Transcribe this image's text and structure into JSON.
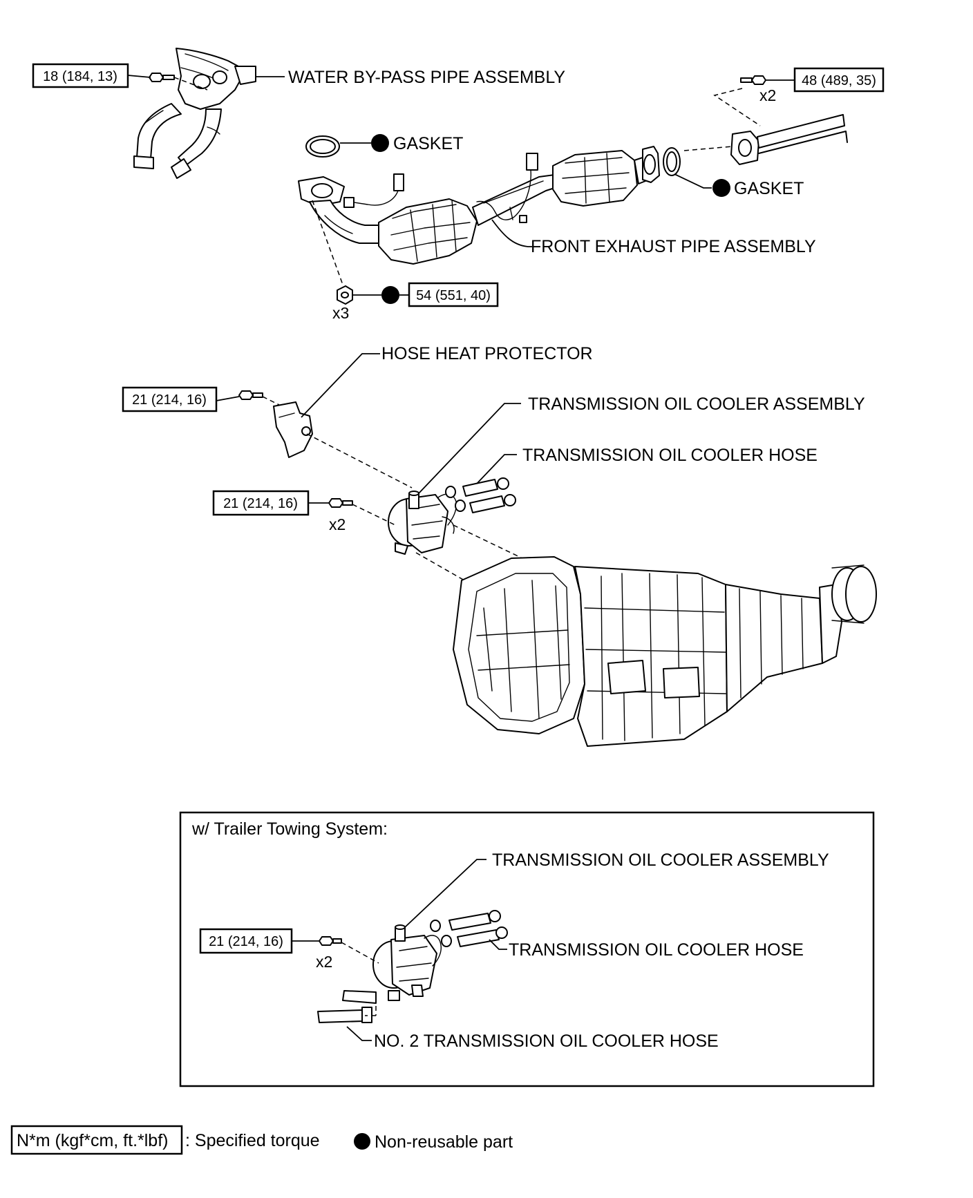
{
  "parts": {
    "water_bypass_pipe": "WATER BY-PASS PIPE ASSEMBLY",
    "gasket_upper": "GASKET",
    "gasket_right": "GASKET",
    "front_exhaust_pipe": "FRONT EXHAUST PIPE ASSEMBLY",
    "hose_heat_protector": "HOSE HEAT PROTECTOR",
    "oil_cooler_assembly": "TRANSMISSION OIL COOLER ASSEMBLY",
    "oil_cooler_hose": "TRANSMISSION OIL COOLER HOSE"
  },
  "torques": {
    "bypass_bolt": "18 (184, 13)",
    "rear_flange_bolt": "48 (489, 35)",
    "front_flange_nut": "54 (551, 40)",
    "protector_bolt": "21 (214, 16)",
    "cooler_bolt": "21 (214, 16)"
  },
  "quantities": {
    "rear_flange_bolt": "x2",
    "front_flange_nut": "x3",
    "cooler_bolt": "x2"
  },
  "trailer_section": {
    "title": "w/ Trailer Towing System:",
    "oil_cooler_assembly": "TRANSMISSION OIL COOLER ASSEMBLY",
    "oil_cooler_hose": "TRANSMISSION OIL COOLER HOSE",
    "no2_oil_cooler_hose": "NO. 2 TRANSMISSION OIL COOLER HOSE",
    "torque": "21 (214, 16)",
    "quantity": "x2"
  },
  "legend": {
    "torque_unit": "N*m (kgf*cm, ft.*lbf)",
    "torque_text": ": Specified torque",
    "nonreusable_text": "Non-reusable part"
  }
}
